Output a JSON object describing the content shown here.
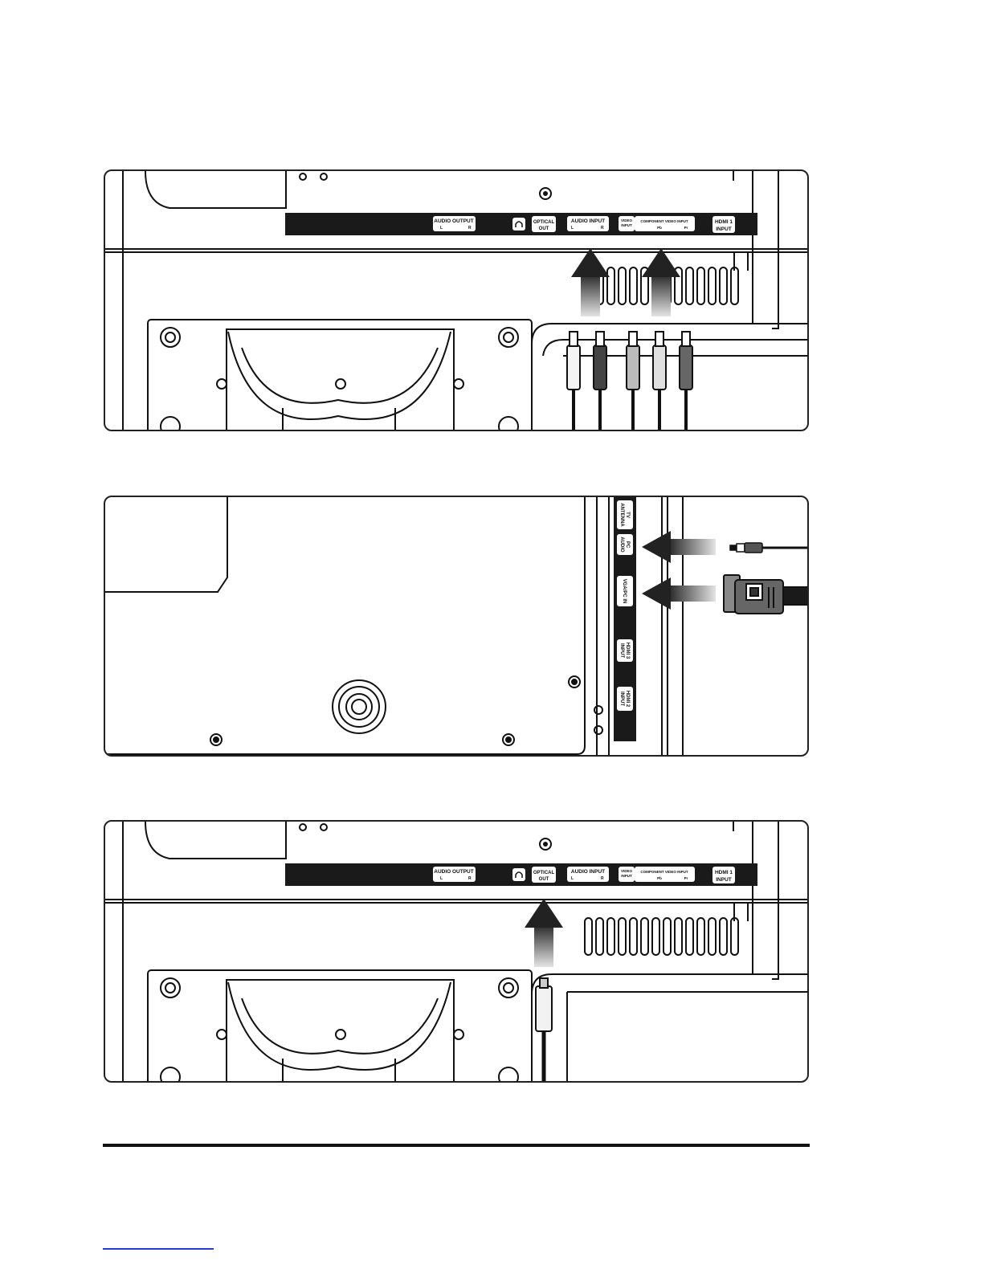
{
  "connector_panel": {
    "audio_output": "AUDIO OUTPUT",
    "audio_output_l": "L",
    "audio_output_r": "R",
    "optical_line1": "OPTICAL",
    "optical_line2": "OUT",
    "audio_input": "AUDIO INPUT",
    "audio_input_l": "L",
    "audio_input_r": "R",
    "video_input_line1": "VIDEO",
    "video_input_line2": "INPUT",
    "component_video_input": "COMPONENT VIDEO INPUT",
    "component_pb": "Pb",
    "component_pr": "Pr",
    "hdmi1_line1": "HDMI 1",
    "hdmi1_line2": "INPUT"
  },
  "side_panel": {
    "tv_antenna_line1": "TV",
    "tv_antenna_line2": "ANTENNA",
    "pc_audio_line1": "PC",
    "pc_audio_line2": "AUDIO",
    "vga_pc_in": "VGA/PC IN",
    "hdmi3_line1": "HDMI 3",
    "hdmi3_line2": "INPUT",
    "hdmi2_line1": "HDMI 2",
    "hdmi2_line2": "INPUT"
  },
  "colors": {
    "panel_black": "#1a1a1a",
    "arrow_dark": "#2a2a2a",
    "arrow_light": "#d8d8d8",
    "link_blue": "#2b3bd6"
  }
}
